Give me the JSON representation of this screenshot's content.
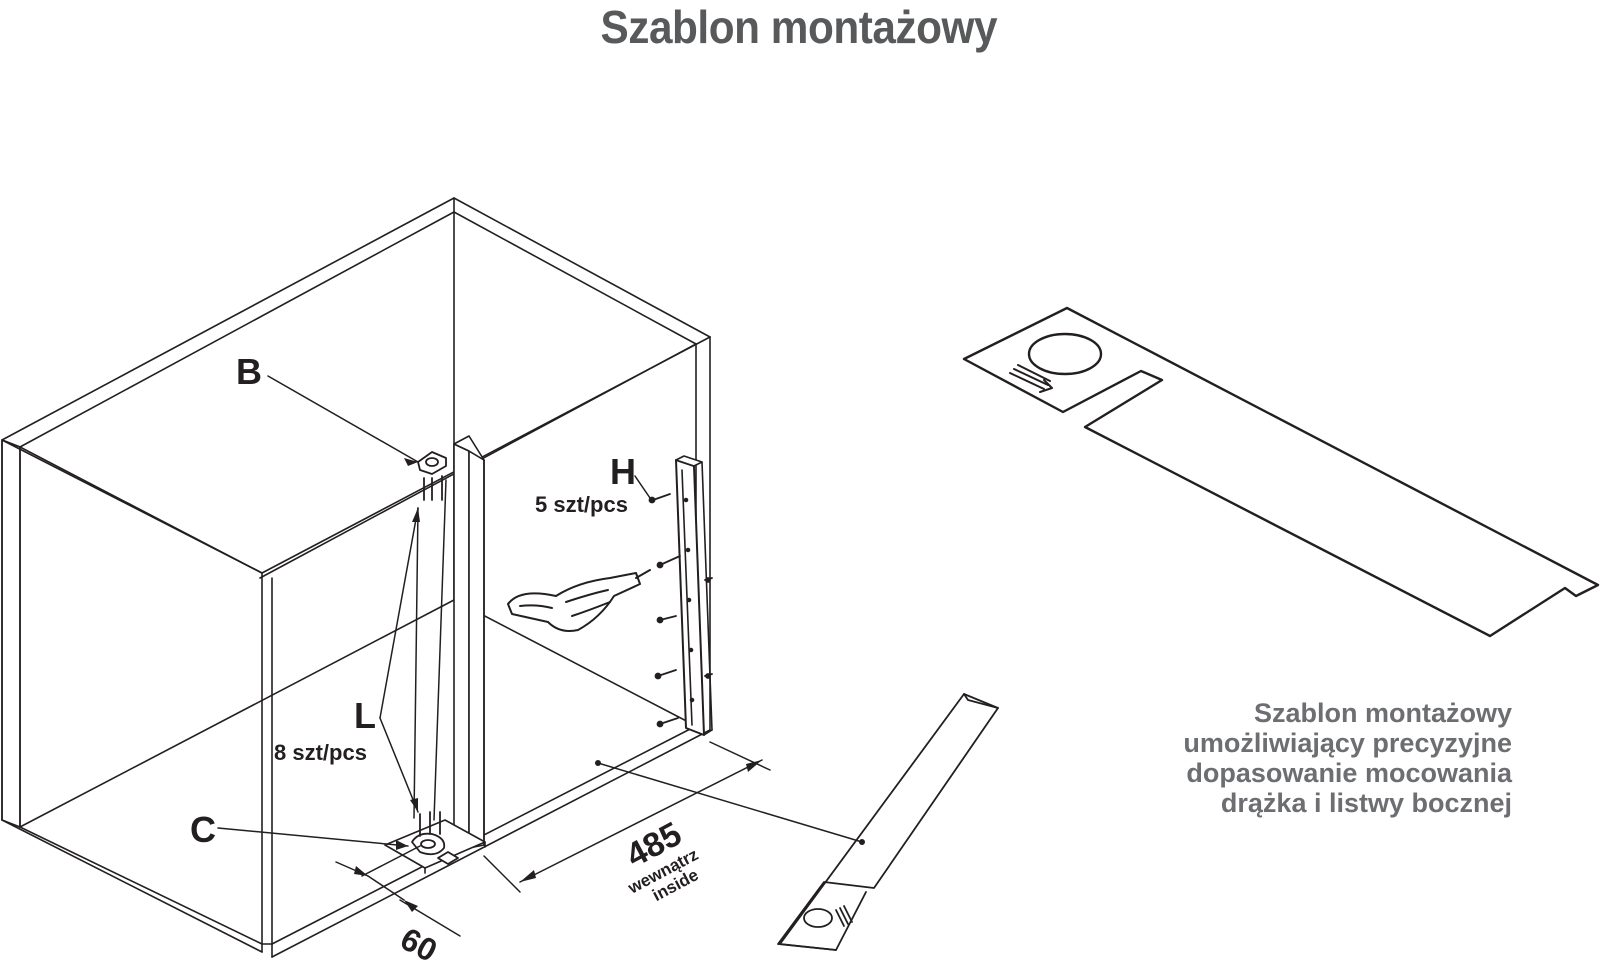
{
  "title": "Szablon montażowy",
  "labels": {
    "B": "B",
    "H": "H",
    "H_qty": "5 szt/pcs",
    "L": "L",
    "L_qty": "8 szt/pcs",
    "C": "C"
  },
  "dimensions": {
    "width_value": "485",
    "width_note_1": "wewnątrz",
    "width_note_2": "inside",
    "offset_value": "60"
  },
  "description": [
    "Szablon montażowy",
    "umożliwiający precyzyjne",
    "dopasowanie mocowania",
    "drążka i listwy bocznej"
  ]
}
